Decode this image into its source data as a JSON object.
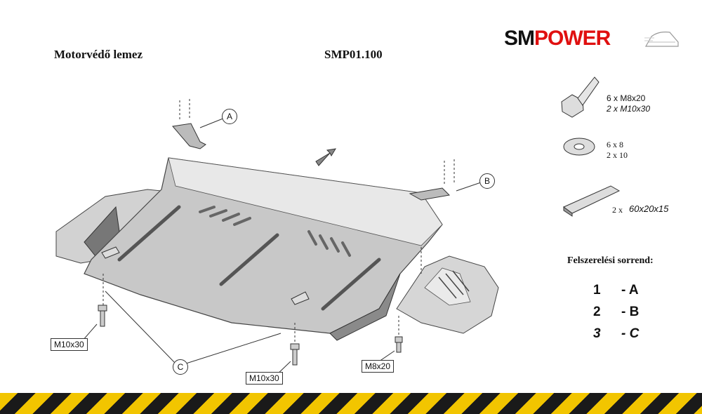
{
  "header": {
    "product_name": "Motorvédő lemez",
    "product_code": "SMP01.100"
  },
  "logo": {
    "part1": "SM",
    "part2": "POWER",
    "brand_colors": {
      "dark": "#111111",
      "red": "#e01010"
    }
  },
  "hardware": [
    {
      "item": "bolt",
      "lines": [
        "6 x  M8x20",
        "2 x  M10x30"
      ]
    },
    {
      "item": "washer",
      "lines": [
        "6 x      8",
        "2 x     10"
      ]
    },
    {
      "item": "spacer",
      "lines": [
        "2 x",
        "60x20x15"
      ]
    }
  ],
  "callouts": {
    "a": "A",
    "b": "B",
    "c": "C"
  },
  "bolt_labels": {
    "left": "M10x30",
    "center": "M10x30",
    "right": "M8x20"
  },
  "order": {
    "title": "Felszerelési sorrend:",
    "steps": [
      {
        "num": "1",
        "label": "- A"
      },
      {
        "num": "2",
        "label": "- B"
      },
      {
        "num": "3",
        "label": "- C"
      }
    ]
  },
  "colors": {
    "stripe_yellow": "#f2c500",
    "stripe_black": "#1a1a1a"
  }
}
